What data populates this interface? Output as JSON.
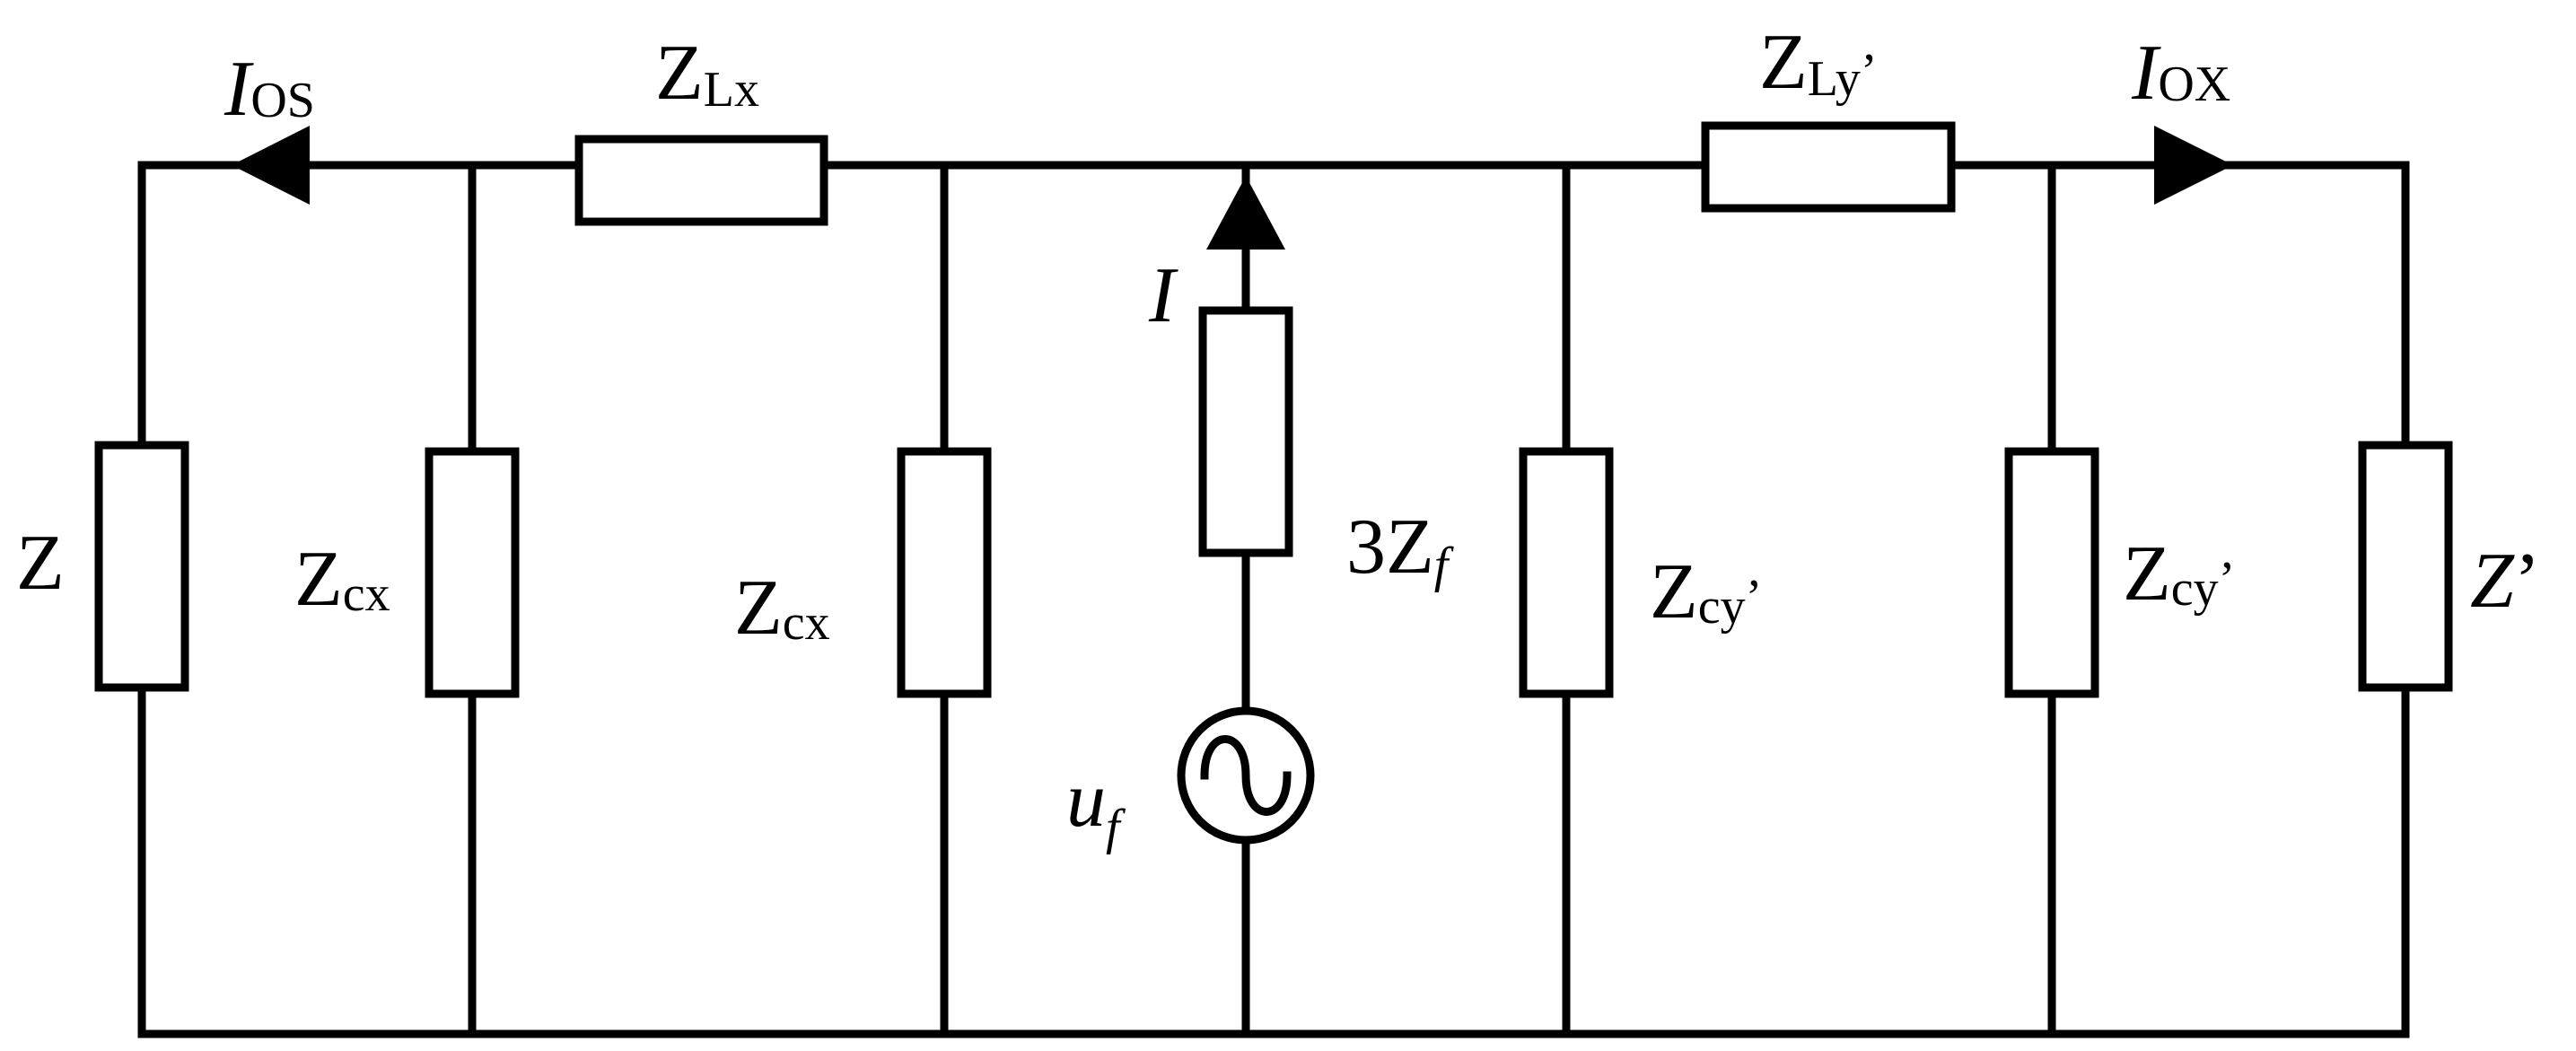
{
  "diagram": {
    "labels": {
      "i_os": {
        "main": "I",
        "sub": "OS"
      },
      "z_lx": {
        "main": "Z",
        "sub": "Lx"
      },
      "z_ly": {
        "main": "Z",
        "sub": "Ly",
        "suffix": "’"
      },
      "i_ox": {
        "main": "I",
        "sub": "OX"
      },
      "i_fault": {
        "main": "I"
      },
      "z_left": {
        "main": "Z"
      },
      "z_cx_1": {
        "main": "Z",
        "sub": "cx"
      },
      "z_cx_2": {
        "main": "Z",
        "sub": "cx"
      },
      "three_zf": {
        "prefix": "3",
        "main": "Z",
        "sub": "f"
      },
      "z_cy_1": {
        "main": "Z",
        "sub": "cy",
        "suffix": "’"
      },
      "z_cy_2": {
        "main": "Z",
        "sub": "cy",
        "suffix": "’"
      },
      "z_right": {
        "main": "Z",
        "suffix": "’"
      },
      "u_f": {
        "main": "u",
        "sub": "f"
      }
    }
  }
}
